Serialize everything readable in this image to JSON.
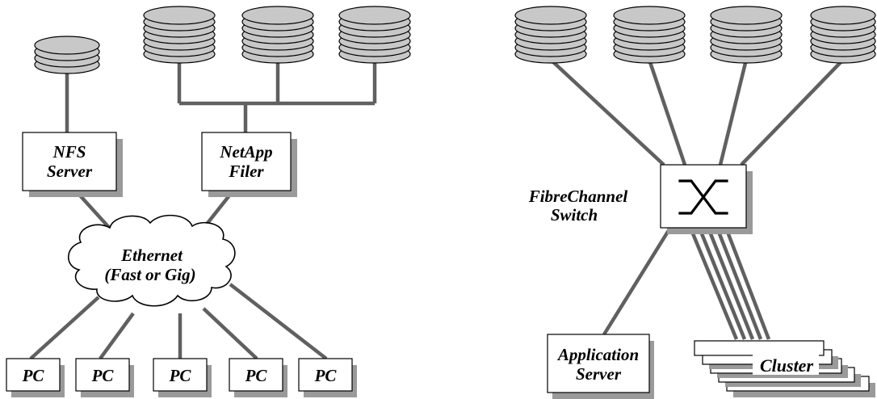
{
  "left": {
    "nfs_server": {
      "line1": "NFS",
      "line2": "Server"
    },
    "netapp_filer": {
      "line1": "NetApp",
      "line2": "Filer"
    },
    "ethernet": {
      "line1": "Ethernet",
      "line2": "(Fast or Gig)"
    },
    "pcs": [
      "PC",
      "PC",
      "PC",
      "PC",
      "PC"
    ],
    "disk_stacks": {
      "nfs": 1,
      "filer": 3
    }
  },
  "right": {
    "switch": {
      "line1": "FibreChannel",
      "line2": "Switch",
      "icon": "switch-crossbar-icon"
    },
    "app_server": {
      "line1": "Application",
      "line2": "Server"
    },
    "cluster": {
      "label": "Cluster",
      "nodes": 5
    },
    "disk_stacks": 4
  },
  "colors": {
    "wire": "#606060",
    "disk_fill": "#c8c8c8",
    "shadow": "#9a9a9a"
  }
}
